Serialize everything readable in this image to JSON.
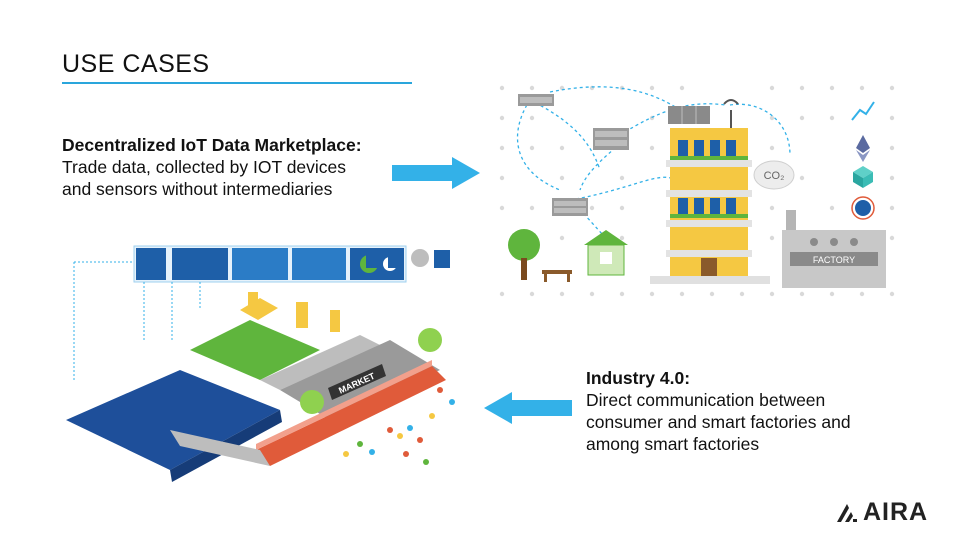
{
  "slide": {
    "title": "USE CASES"
  },
  "use_case_marketplace": {
    "heading": "Decentralized IoT Data Marketplace:",
    "line1": "Trade data, collected by IOT devices",
    "line2": "and sensors without intermediaries"
  },
  "use_case_industry": {
    "heading": "Industry 4.0:",
    "line1": "Direct communication between",
    "line2": "consumer and smart factories and",
    "line3": "among smart factories"
  },
  "city_illustration": {
    "co2_label": "CO₂",
    "factory_label": "FACTORY"
  },
  "factory_illustration": {
    "market_sign": "MARKET"
  },
  "brand": {
    "name": "AIRA"
  },
  "colors": {
    "accent": "#2aa6dc",
    "arrow": "#33b1e8",
    "building_yellow": "#f5c842",
    "plant_green": "#5fb53d",
    "factory_gray": "#c8c8c8",
    "dashboard_blue": "#1e5fa8"
  }
}
